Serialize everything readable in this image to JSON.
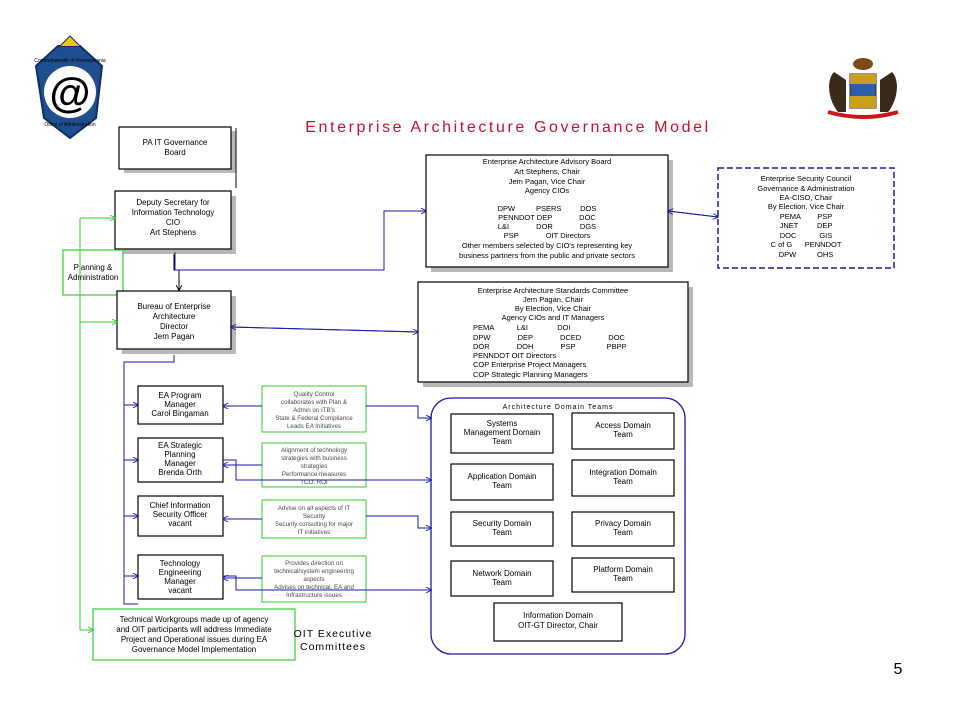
{
  "title": "Enterprise Architecture Governance Model",
  "page_number": "5",
  "logo_left": {
    "text_top": "Commonwealth of Pennsylvania",
    "text_bottom": "Office of Administration",
    "symbol": "@"
  },
  "boxes": {
    "pa_it_board": [
      "PA IT Governance",
      "Board"
    ],
    "deputy_secretary": [
      "Deputy Secretary for",
      "Information Technology",
      "CIO",
      "Art Stephens"
    ],
    "planning_admin": [
      "Planning &",
      "Administration"
    ],
    "bureau_ea": [
      "Bureau of Enterprise",
      "Architecture",
      "Director",
      "Jem Pagan"
    ],
    "ea_advisory_board": [
      "Enterprise Architecture Advisory Board",
      "Art Stephens, Chair",
      "Jem Pagan, Vice Chair",
      "Agency CIOs",
      "DPW          PSERS         DOS",
      "PENNDOT DEP             DOC",
      "L&I             DOR             DGS",
      "PSP             OIT Directors",
      "Other members selected by CIO's representing key",
      "business partners from the public and private sectors"
    ],
    "security_council": [
      "Enterprise Security Council",
      "Governance & Administration",
      "EA-CISO, Chair",
      "By Election, Vice Chair",
      "PEMA        PSP",
      "JNET         DEP",
      "DOC           GIS",
      "C of G      PENNDOT",
      "DPW          OHS"
    ],
    "standards_committee": [
      "Enterprise Architecture Standards Committee",
      "Jem Pagan, Chair",
      "By Election, Vice Chair",
      "Agency CIOs and IT Managers",
      "PEMA           L&I              DOI",
      "DPW             DEP             DCED             DOC",
      "DOR             DOH             PSP               PBPP",
      "PENNDOT OIT Directors",
      "COP Enterprise Project Managers",
      "COP Strategic Planning Managers"
    ],
    "ea_program_manager": [
      "EA Program",
      "Manager",
      "Carol Bingaman"
    ],
    "ea_strategic_planning": [
      "EA Strategic",
      "Planning",
      "Manager",
      "Brenda Orth"
    ],
    "ciso": [
      "Chief Information",
      "Security Officer",
      "vacant"
    ],
    "tech_engineering": [
      "Technology",
      "Engineering",
      "Manager",
      "vacant"
    ],
    "tech_workgroups": [
      "Technical Workgroups made up of agency",
      "and OIT participants will address Immediate",
      "Project and Operational issues during EA",
      "Governance Model Implementation"
    ],
    "oit_exec": [
      "OIT Executive",
      "Committees"
    ]
  },
  "descriptions": {
    "quality_control": [
      "Quality Control",
      "collaborates with Plan &",
      "Admin on ITB's",
      "State & Federal Compliance",
      "Leads EA Initiatives"
    ],
    "alignment": [
      "Alignment of technology",
      "strategies with business",
      "strategies",
      "Performance measures",
      "TCO, ROI"
    ],
    "advise_security": [
      "Advise on all aspects of IT",
      "Security",
      "Security consulting for major",
      "IT initiatives"
    ],
    "direction": [
      "Provides direction on",
      "technical/system engineering",
      "aspects",
      "Advises on technical, EA and",
      "Infrastructure issues"
    ]
  },
  "domain_teams": {
    "header": "Architecture Domain Teams",
    "systems_mgmt": [
      "Systems",
      "Management Domain",
      "Team"
    ],
    "access": [
      "Access Domain",
      "Team"
    ],
    "application": [
      "Application Domain",
      "Team"
    ],
    "integration": [
      "Integration Domain",
      "Team"
    ],
    "security": [
      "Security Domain",
      "Team"
    ],
    "privacy": [
      "Privacy Domain",
      "Team"
    ],
    "network": [
      "Network Domain",
      "Team"
    ],
    "platform": [
      "Platform Domain",
      "Team"
    ],
    "information": [
      "Information Domain",
      "OIT-GT Director, Chair"
    ]
  },
  "colors": {
    "title": "#c8102e",
    "green": "#33cc33",
    "blue": "#1a1aa6",
    "black": "#000000",
    "shadow": "#b8b8b8"
  }
}
